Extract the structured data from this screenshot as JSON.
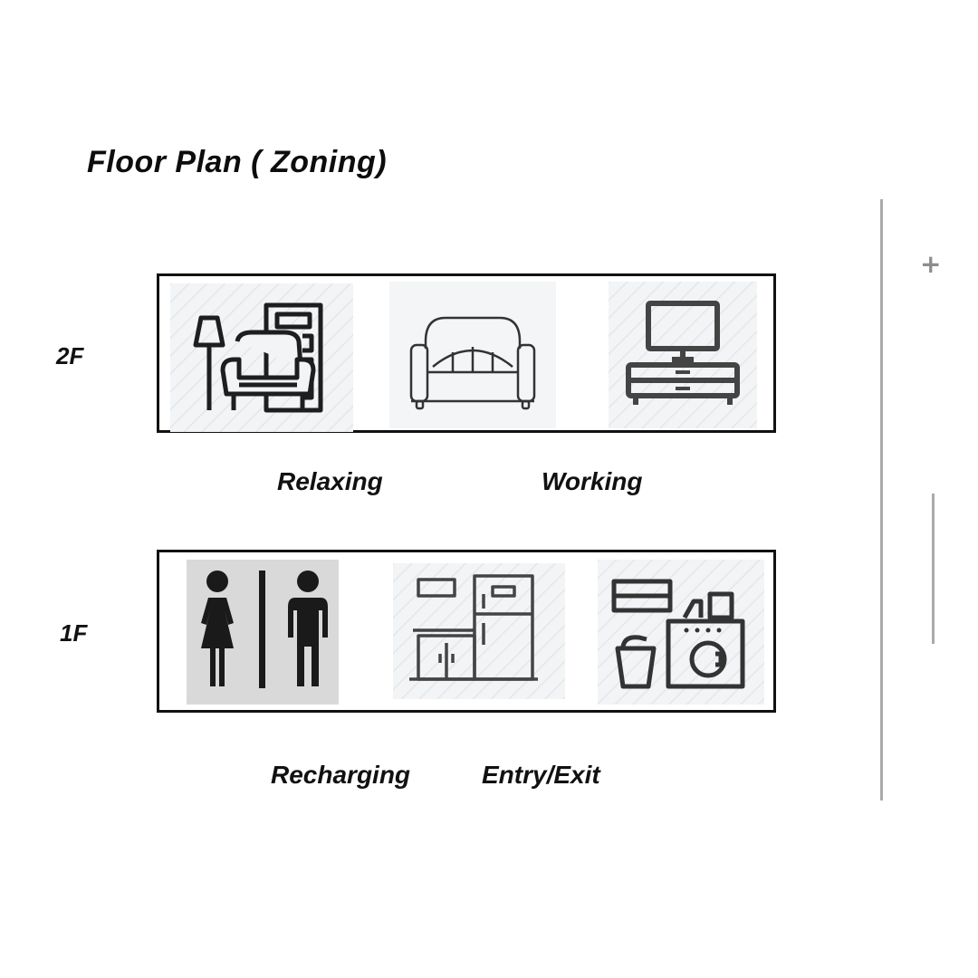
{
  "title": "Floor Plan ( Zoning)",
  "floors": {
    "upper": {
      "label": "2F"
    },
    "lower": {
      "label": "1F"
    }
  },
  "zones": {
    "relaxing": "Relaxing",
    "working": "Working",
    "recharging": "Recharging",
    "entry_exit": "Entry/Exit"
  },
  "icons": {
    "upper": [
      "armchair-lamp-bookshelf-icon",
      "sofa-icon",
      "tv-stand-icon"
    ],
    "lower": [
      "restroom-icon",
      "kitchen-fridge-icon",
      "laundry-washer-icon"
    ]
  },
  "side_controls": {
    "plus_symbol": "+"
  },
  "colors": {
    "icon_stroke": "#2b2b2b",
    "tile_background": "#f2f4f6",
    "restroom_background": "#d9d9d9",
    "divider": "#aaaaaa"
  }
}
